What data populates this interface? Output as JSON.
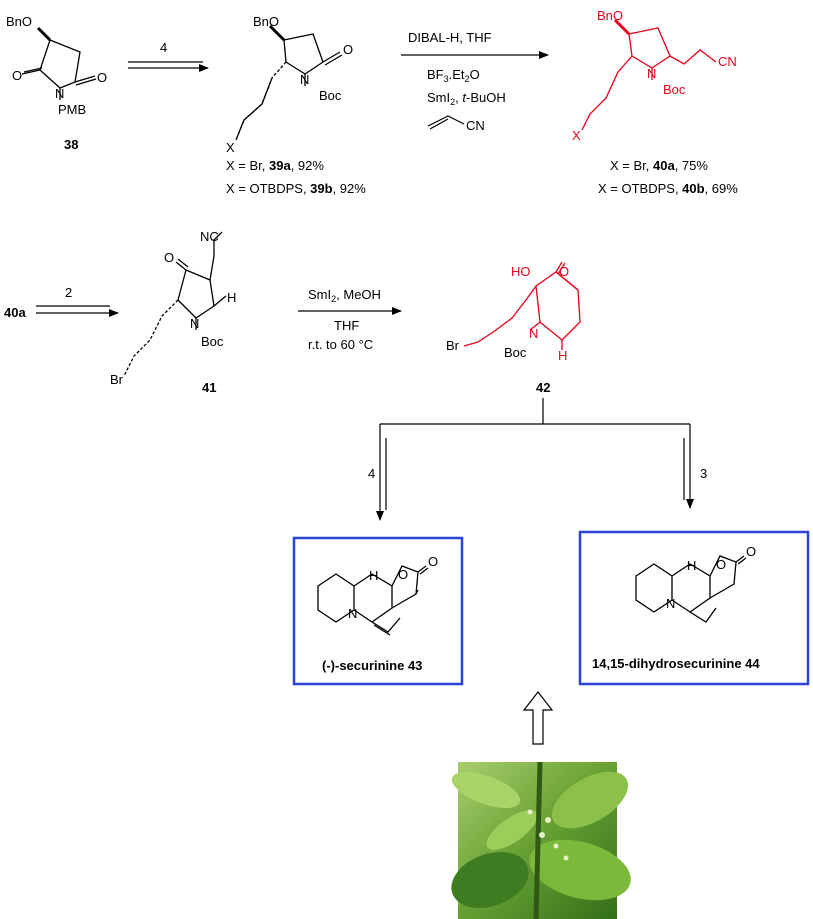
{
  "compounds": {
    "c38": {
      "number": "38",
      "groups": {
        "bno": "BnO",
        "pmb": "PMB",
        "n": "N",
        "o1": "O",
        "o2": "O"
      }
    },
    "c39": {
      "groups": {
        "bno": "BnO",
        "n": "N",
        "boc": "Boc",
        "o": "O",
        "x": "X"
      },
      "yields": [
        {
          "prefix": "X = Br, ",
          "id": "39a",
          "suffix": ", 92%"
        },
        {
          "prefix": "X = OTBDPS, ",
          "id": "39b",
          "suffix": ", 92%"
        }
      ]
    },
    "c40": {
      "groups": {
        "bno": "BnO",
        "n": "N",
        "boc": "Boc",
        "cn": "CN",
        "x": "X"
      },
      "yields": [
        {
          "prefix": "X = Br, ",
          "id": "40a",
          "suffix": ", 75%"
        },
        {
          "prefix": "X = OTBDPS, ",
          "id": "40b",
          "suffix": ", 69%"
        }
      ]
    },
    "c40a_start": {
      "label": "40a"
    },
    "c41": {
      "number": "41",
      "groups": {
        "o": "O",
        "nc": "NC",
        "n": "N",
        "boc": "Boc",
        "h": "H",
        "br": "Br"
      }
    },
    "c42": {
      "number": "42",
      "groups": {
        "ho": "HO",
        "o": "O",
        "n": "N",
        "boc": "Boc",
        "h": "H",
        "br": "Br"
      }
    },
    "c43": {
      "name": "(-)-securinine 43",
      "groups": {
        "h": "H",
        "o1": "O",
        "o2": "O",
        "n": "N"
      }
    },
    "c44": {
      "name": "14,15-dihydrosecurinine 44",
      "groups": {
        "h": "H",
        "o1": "O",
        "o2": "O",
        "n": "N"
      }
    }
  },
  "arrows": {
    "a1": {
      "steps": "4"
    },
    "a2": {
      "line1": "DIBAL-H, THF",
      "line2_main": "BF",
      "line2_sub": "3",
      "line2_rest": ".Et",
      "line2_sub2": "2",
      "line2_end": "O",
      "line3_a": "SmI",
      "line3_sub": "2",
      "line3_b": ", ",
      "line3_it": "t",
      "line3_c": "-BuOH",
      "line4_cn": "CN"
    },
    "a3": {
      "steps": "2"
    },
    "a4": {
      "line1_a": "SmI",
      "line1_sub": "2",
      "line1_b": ", MeOH",
      "line2": "THF",
      "line3": "r.t. to 60 °C"
    },
    "a5": {
      "steps": "4"
    },
    "a6": {
      "steps": "3"
    }
  },
  "colors": {
    "highlight": "#e8001c",
    "box": "#2a45d8",
    "ink": "#000000"
  },
  "photo": {
    "subject": "plant-leaves-photo"
  }
}
